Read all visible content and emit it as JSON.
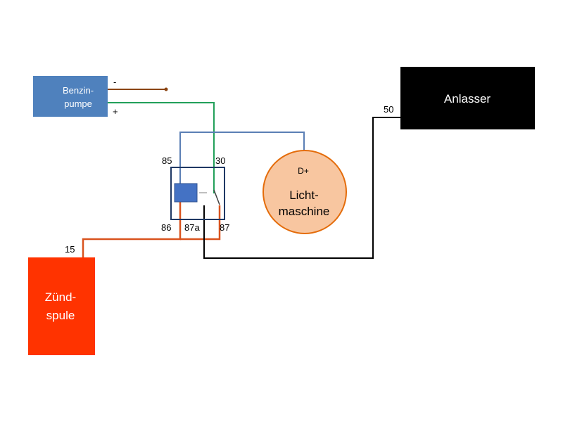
{
  "components": {
    "fuel_pump": {
      "line1": "Benzin-",
      "line2": "pumpe",
      "minus": "-",
      "plus": "+",
      "color": "#4f81bd"
    },
    "starter": {
      "label": "Anlasser",
      "terminal": "50",
      "color": "#000000"
    },
    "alternator": {
      "terminal": "D+",
      "line1": "Licht-",
      "line2": "maschine",
      "color": "#f8c6a0",
      "stroke": "#e46c0a"
    },
    "ignition_coil": {
      "line1": "Zünd-",
      "line2": "spule",
      "terminal": "15",
      "color": "#ff3300"
    },
    "relay": {
      "pin_85": "85",
      "pin_30": "30",
      "pin_86": "86",
      "pin_87a": "87a",
      "pin_87": "87",
      "frame_color": "#1f3864",
      "coil_color": "#4472c4"
    }
  },
  "wire_colors": {
    "brown": "#8b4513",
    "green": "#22a05a",
    "blue": "#5b7fb5",
    "red_orange": "#d9531e",
    "black": "#000000"
  }
}
